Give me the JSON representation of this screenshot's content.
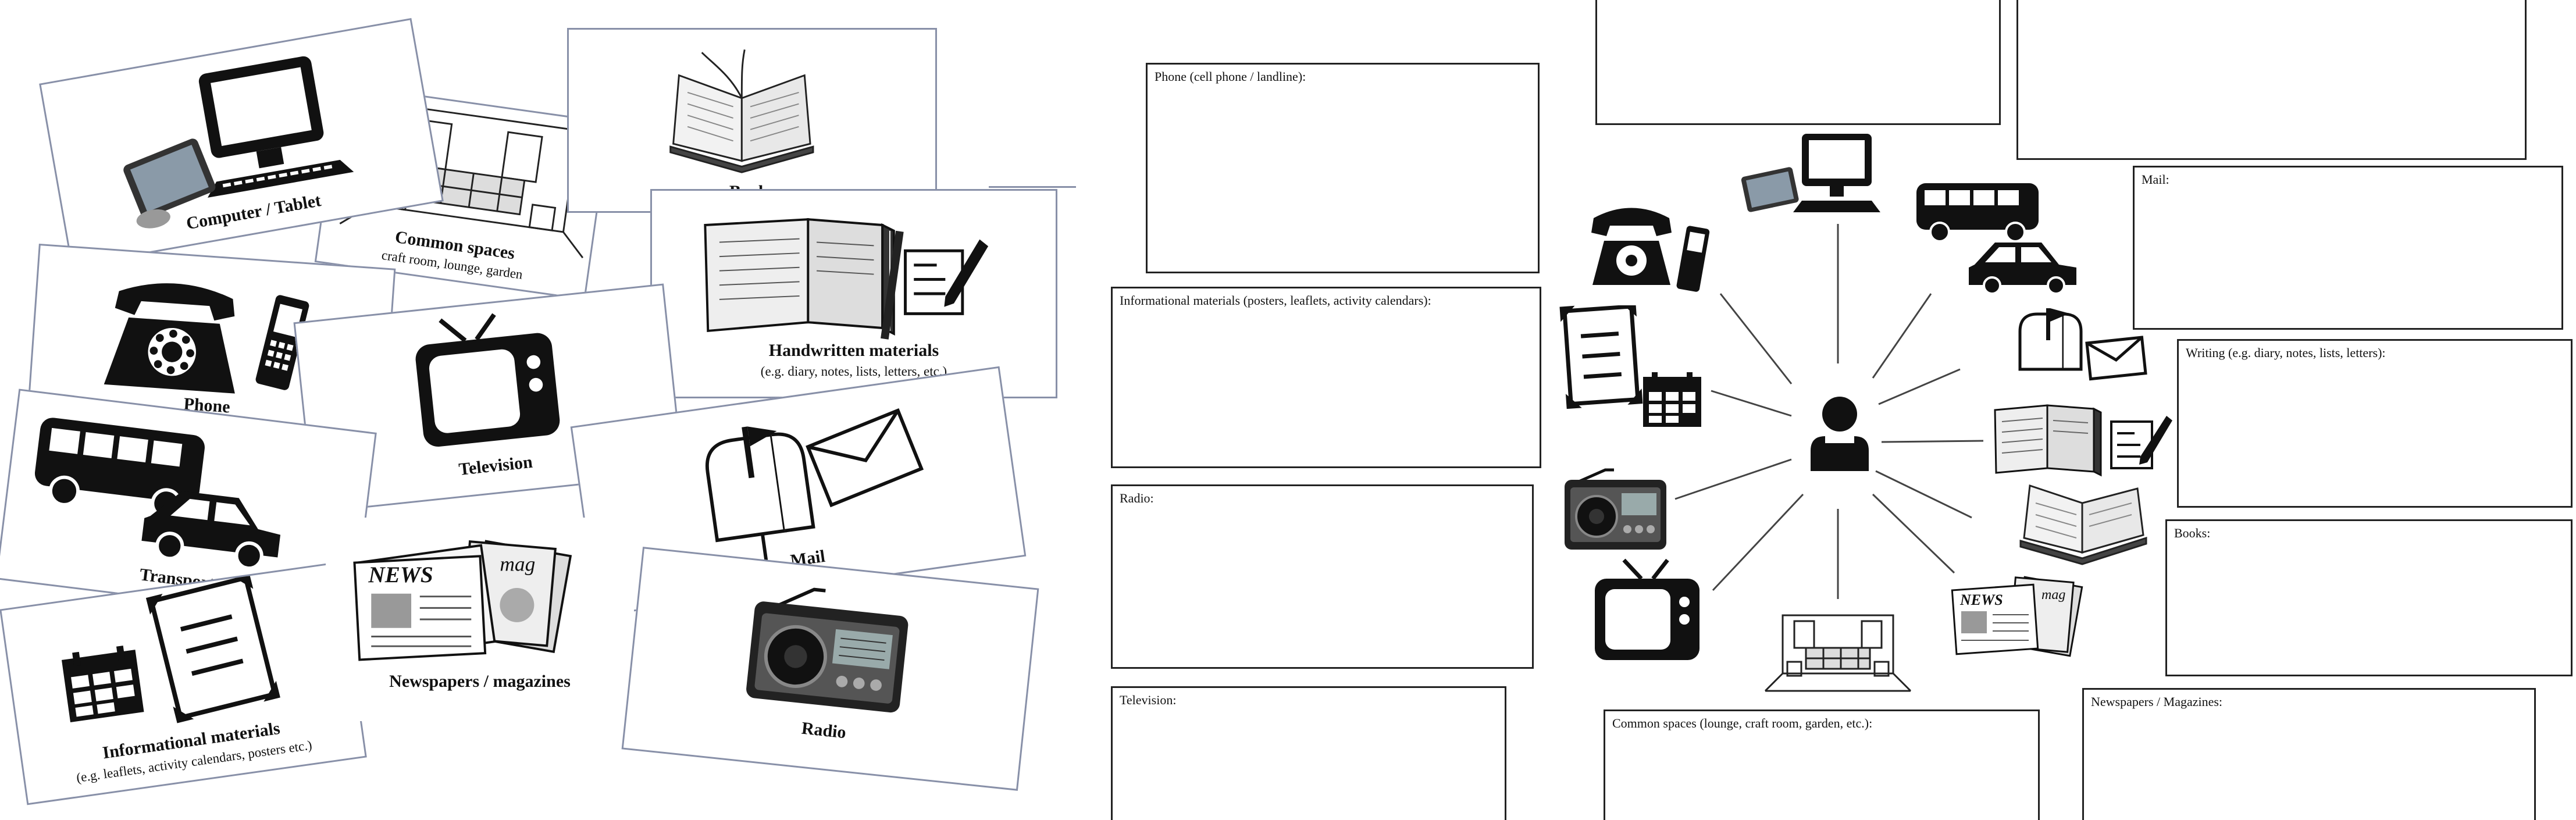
{
  "cards": {
    "computer": {
      "label": "Computer / Tablet",
      "icon": "computer-tablet-icon"
    },
    "common": {
      "label": "Common spaces",
      "sub": "craft room, lounge, garden",
      "icon": "room-sketch-icon"
    },
    "books": {
      "label": "Books",
      "icon": "open-book-icon"
    },
    "handwritten": {
      "label": "Handwritten materials",
      "sub": "(e.g. diary, notes, lists, letters, etc.)",
      "icon": "diary-notes-icon"
    },
    "phone": {
      "label": "Phone",
      "icon": "telephone-icon"
    },
    "television": {
      "label": "Television",
      "icon": "tv-icon"
    },
    "transport": {
      "label": "Transport",
      "icon": "bus-car-icon"
    },
    "mail": {
      "label": "Mail",
      "icon": "mailbox-icon"
    },
    "info": {
      "label": "Informational materials",
      "sub": "(e.g. leaflets, activity calendars, posters etc.)",
      "icon": "poster-calendar-icon"
    },
    "news": {
      "label": "Newspapers / magazines",
      "icon": "newspaper-icon",
      "news_text": "NEWS",
      "mag_text": "mag"
    },
    "radio": {
      "label": "Radio",
      "icon": "radio-icon"
    }
  },
  "worksheet": {
    "phone": "Phone (cell phone / landline):",
    "info": "Informational materials (posters, leaflets, activity calendars):",
    "radio": "Radio:",
    "television": "Television:",
    "common": "Common spaces (lounge, craft room, garden, etc.):",
    "newspapers": "Newspapers / Magazines:",
    "mail": "Mail:",
    "writing": "Writing (e.g. diary, notes, lists, letters):",
    "books": "Books:",
    "news_text": "NEWS",
    "mag_text": "mag",
    "center_icon": "person-icon"
  }
}
